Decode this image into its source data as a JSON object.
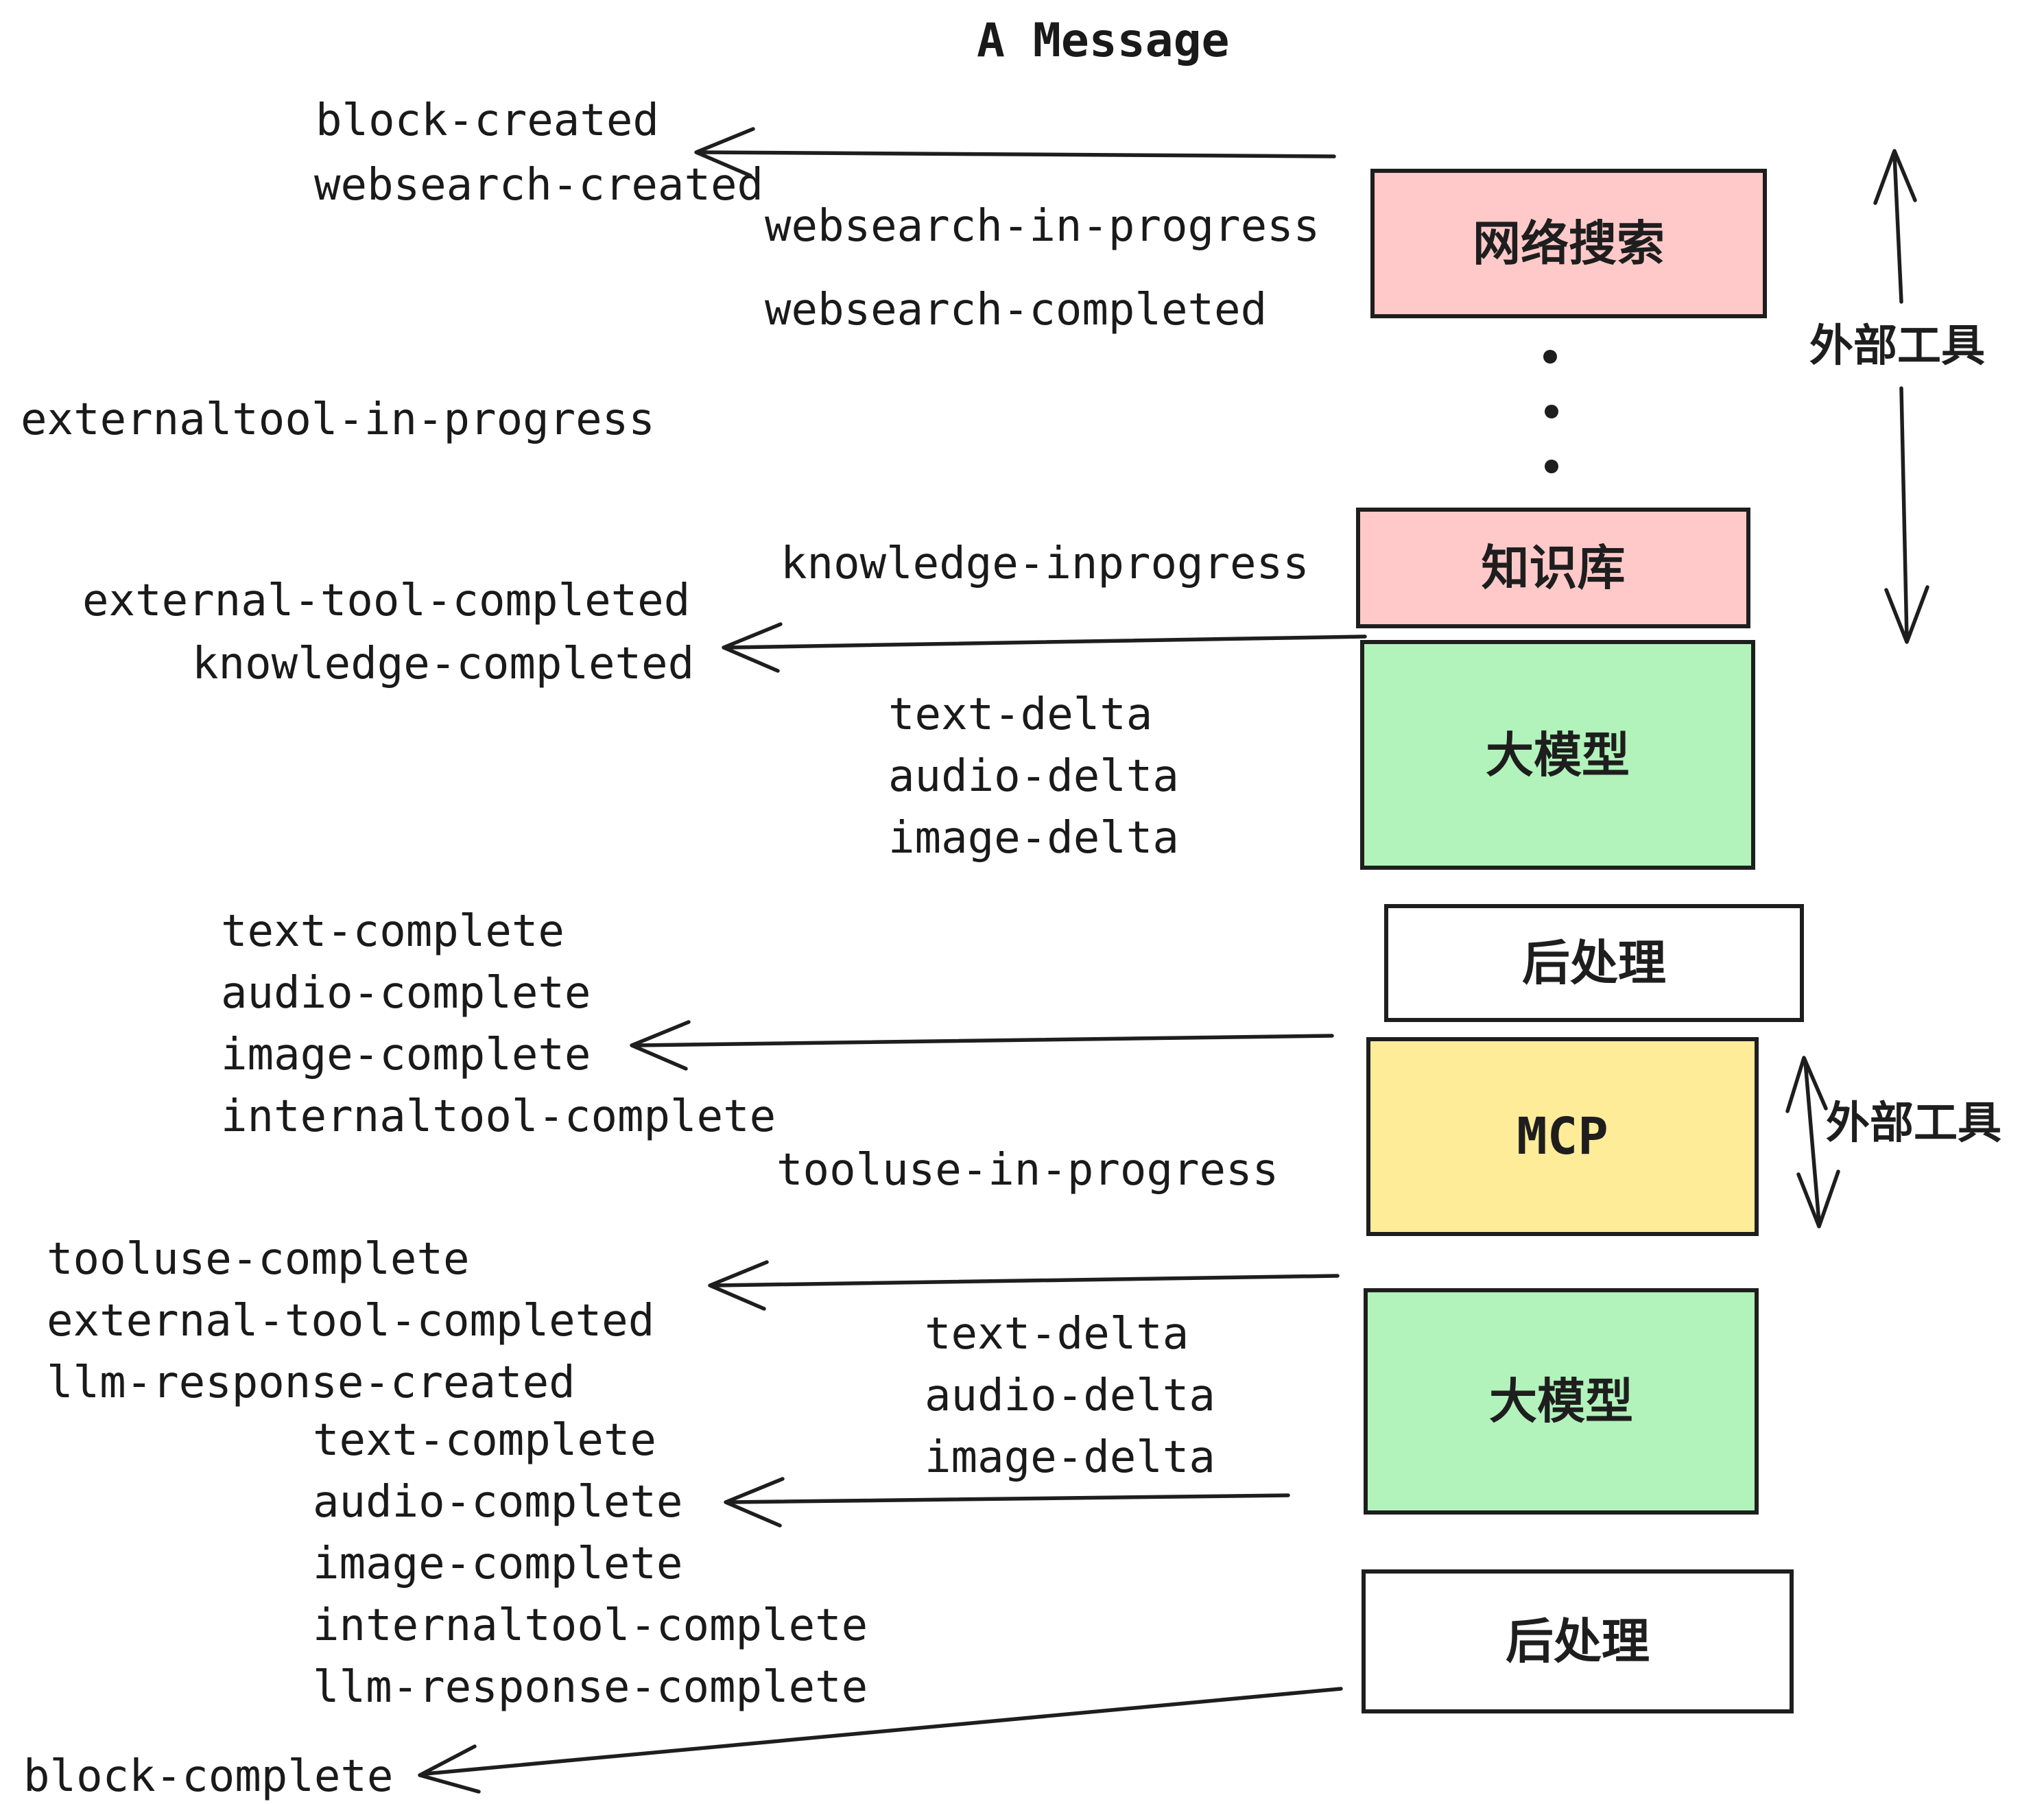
{
  "title": "A Message",
  "colors": {
    "stroke": "#1e1e1e",
    "text": "#1a1a1a",
    "pink": "#ffc9c9",
    "green": "#b2f2bb",
    "yellow": "#ffec99",
    "white": "#ffffff",
    "background": "#ffffff"
  },
  "boxes": [
    {
      "id": "websearch",
      "label": "网络搜索",
      "fill": "#ffc9c9"
    },
    {
      "id": "knowledge",
      "label": "知识库",
      "fill": "#ffc9c9"
    },
    {
      "id": "llm-1",
      "label": "大模型",
      "fill": "#b2f2bb"
    },
    {
      "id": "post-1",
      "label": "后处理",
      "fill": "#ffffff"
    },
    {
      "id": "mcp",
      "label": "MCP",
      "fill": "#ffec99"
    },
    {
      "id": "llm-2",
      "label": "大模型",
      "fill": "#b2f2bb"
    },
    {
      "id": "post-2",
      "label": "后处理",
      "fill": "#ffffff"
    }
  ],
  "events": [
    {
      "text": "block-created"
    },
    {
      "text": "websearch-created"
    },
    {
      "text": "websearch-in-progress"
    },
    {
      "text": "websearch-completed"
    },
    {
      "text": "externaltool-in-progress"
    },
    {
      "text": "knowledge-inprogress"
    },
    {
      "text": "external-tool-completed"
    },
    {
      "text": "knowledge-completed"
    },
    {
      "text": "text-delta"
    },
    {
      "text": "audio-delta"
    },
    {
      "text": "image-delta"
    },
    {
      "text": "text-complete"
    },
    {
      "text": "audio-complete"
    },
    {
      "text": "image-complete"
    },
    {
      "text": "internaltool-complete"
    },
    {
      "text": "tooluse-in-progress"
    },
    {
      "text": "tooluse-complete"
    },
    {
      "text": "external-tool-completed"
    },
    {
      "text": "llm-response-created"
    },
    {
      "text": "text-complete"
    },
    {
      "text": "audio-complete"
    },
    {
      "text": "image-complete"
    },
    {
      "text": "internaltool-complete"
    },
    {
      "text": "llm-response-complete"
    },
    {
      "text": "block-complete"
    }
  ],
  "side_labels": [
    {
      "text": "外部工具"
    },
    {
      "text": "外部工具"
    }
  ]
}
